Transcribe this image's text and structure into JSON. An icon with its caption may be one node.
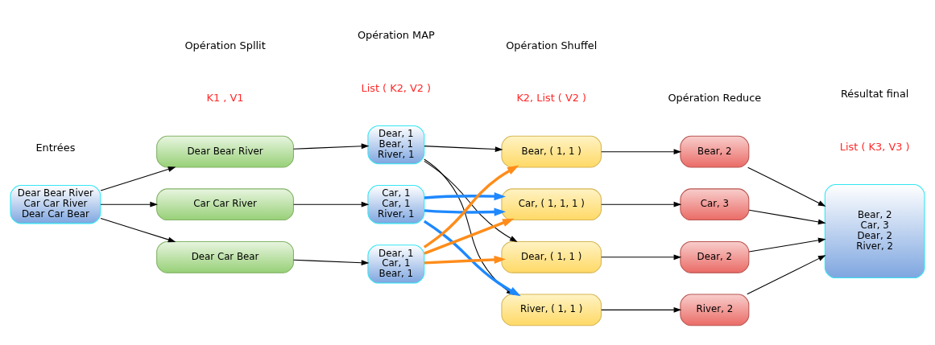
{
  "diagram": {
    "nodes": [
      {
        "text": [
          "Dear Bear River Car Car River Dear Car Bear"
        ]
      },
      {
        "text": [
          "Dear Bear River"
        ]
      },
      {
        "text": [
          "Car Car River"
        ]
      },
      {
        "text": [
          "Dear Car Bear"
        ]
      },
      {
        "text": [
          "Dear, 1 Bear, 1 River, 1"
        ]
      },
      {
        "text": [
          "Car, 1 Car, 1 River, 1"
        ]
      },
      {
        "text": [
          "Dear, 1 Car, 1 Bear, 1"
        ]
      },
      {
        "text": [
          "Bear, ( 1, 1 )"
        ]
      },
      {
        "text": [
          "Car, ( 1, 1, 1 )"
        ]
      },
      {
        "text": [
          "Dear, ( 1, 1 )"
        ]
      },
      {
        "text": [
          "River, ( 1, 1 )"
        ]
      },
      {
        "text": [
          "Bear, 2"
        ]
      },
      {
        "text": [
          "Car, 3"
        ]
      },
      {
        "text": [
          "Dear, 2"
        ]
      },
      {
        "text": [
          "River, 2"
        ]
      },
      {
        "text": [
          "Bear, 2 Car, 3 Dear, 2 River, 2"
        ]
      }
    ],
    "edges": [
      {
        "from": 0,
        "to": 1,
        "arrow": "to"
      },
      {
        "from": 0,
        "to": 2,
        "arrow": "to"
      },
      {
        "from": 0,
        "to": 3,
        "arrow": "to"
      },
      {
        "from": 1,
        "to": 4,
        "arrow": "to"
      },
      {
        "from": 2,
        "to": 5,
        "arrow": "to"
      },
      {
        "from": 3,
        "to": 6,
        "arrow": "to"
      },
      {
        "from": 4,
        "to": 7,
        "arrow": "to"
      },
      {
        "from": 4,
        "to": 9,
        "arrow": "to"
      },
      {
        "from": 4,
        "to": 10,
        "arrow": "to"
      },
      {
        "from": 5,
        "to": 8,
        "arrow": "to",
        "style": "thick",
        "color": "#1e88ff"
      },
      {
        "from": 5,
        "to": 8,
        "arrow": "to",
        "style": "thick",
        "color": "#1e88ff"
      },
      {
        "from": 5,
        "to": 10,
        "arrow": "to",
        "style": "thick",
        "color": "#1e88ff"
      },
      {
        "from": 6,
        "to": 9,
        "arrow": "to",
        "style": "thick",
        "color": "#ff8c1a"
      },
      {
        "from": 6,
        "to": 8,
        "arrow": "to",
        "style": "thick",
        "color": "#ff8c1a"
      },
      {
        "from": 6,
        "to": 7,
        "arrow": "to",
        "style": "thick",
        "color": "#ff8c1a"
      },
      {
        "from": 7,
        "to": 11,
        "arrow": "to"
      },
      {
        "from": 8,
        "to": 12,
        "arrow": "to"
      },
      {
        "from": 9,
        "to": 13,
        "arrow": "to"
      },
      {
        "from": 10,
        "to": 14,
        "arrow": "to"
      },
      {
        "from": 11,
        "to": 15,
        "arrow": "to"
      },
      {
        "from": 12,
        "to": 15,
        "arrow": "to"
      },
      {
        "from": 13,
        "to": 15,
        "arrow": "to"
      },
      {
        "from": 14,
        "to": 15,
        "arrow": "to"
      }
    ],
    "labels": [
      "Entrées",
      "Opération Spllit",
      "Opération MAP",
      "Opération Shuffel",
      "Opération Reduce",
      "Résultat final",
      "K1 , V1",
      "List ( K2, V2 )",
      "K2, List ( V2 )",
      "List ( K3, V3 )"
    ]
  }
}
